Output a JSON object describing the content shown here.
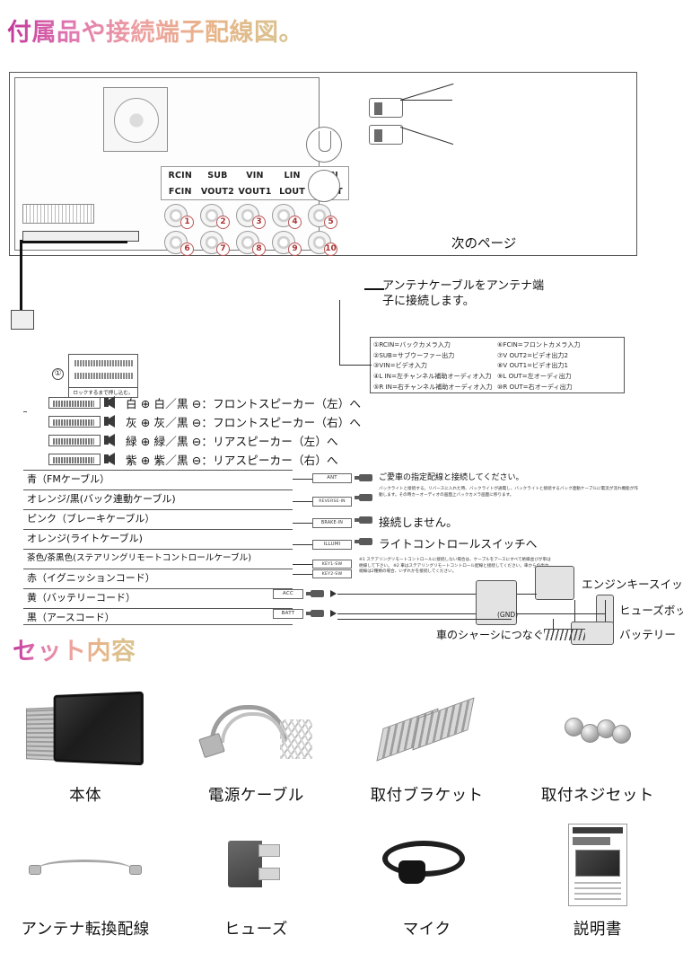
{
  "headings": {
    "wiring": "付属品や接続端子配線図。",
    "contents": "セット内容"
  },
  "diagram": {
    "rca_plate": {
      "row_top": [
        "RCIN",
        "SUB",
        "VIN",
        "LIN",
        "RIN"
      ],
      "row_bottom": [
        "FCIN",
        "VOUT2",
        "VOUT1",
        "LOUT",
        "RCUT"
      ]
    },
    "jack_numbers_top": [
      "1",
      "2",
      "3",
      "4",
      "5"
    ],
    "jack_numbers_bottom": [
      "6",
      "7",
      "8",
      "9",
      "10"
    ],
    "next_page": "次のページ",
    "antenna_note": "アンテナケーブルをアンテナ端子に接続します。",
    "callout_number": "①",
    "lock_instruction": "ロックするまで押し込む。",
    "legend_left": [
      "①RCIN=バックカメラ入力",
      "②SUB=サブウーファー出力",
      "③VIN=ビデオ入力",
      "④L IN=左チャンネル補助オーディオ入力",
      "⑤R IN=右チャンネル補助オーディオ入力"
    ],
    "legend_right": [
      "⑥FCIN=フロントカメラ入力",
      "⑦V OUT2=ビデオ出力2",
      "⑧V OUT1=ビデオ出力1",
      "⑨L OUT=左オーディ出力",
      "⑩R OUT=右オーディ出力"
    ],
    "speakers": [
      "白 ⊕ 白／黒 ⊖：フロントスピーカー（左）へ",
      "灰 ⊕ 灰／黒 ⊖：フロントスピーカー（右）へ",
      "緑 ⊕ 緑／黒 ⊖：リアスピーカー（左）へ",
      "紫 ⊕ 紫／黒 ⊖：リアスピーカー（右）へ"
    ],
    "cables": [
      "青（FMケーブル）",
      "オレンジ/黒(バック連動ケーブル)",
      "ピンク（ブレーキケーブル）",
      "オレンジ(ライトケーブル)",
      "茶色/茶黒色(ステアリングリモートコントロールケーブル)",
      "赤（イグニッションコード）",
      "黄（バッテリーコード）",
      "黒（アースコード）"
    ],
    "tags": {
      "ant": "ANT",
      "reverse_in": "REVERSE-IN",
      "brake_in": "BRAKE-IN",
      "illumi": "ILLUMI",
      "key1": "KEY1-SW",
      "key2": "KEY2-SW",
      "acc": "ACC",
      "batt": "BATT"
    },
    "notes": {
      "ant_note": "ご愛車の指定配線と接続してください。",
      "reverse_note": "バックライトと接続する。リバースに入れた時、バックライトが通電し、バックライトと接続するバック連動ケーブルに電流が流れ機能が作動します。その時カーオーディオの画面上バックカメラ画面に移ります。",
      "brake_note": "接続しません。",
      "illumi_note": "ライトコントロールスイッチへ",
      "steering_note": "※1 ステアリングリモートコントロールに接続しない場合は、ケーブルをアースにすべて絶縁並びが単は絶縁して下さい。 ※2 車はステアリングリモートコントロール配線と接続してください。車からの出力端線は2種類の場合、いずれかを接続してください。"
    },
    "components": {
      "engine_key_switch": "エンジンキースイッチ",
      "fuse_box": "ヒューズボックス",
      "battery": "バッテリー",
      "chassis": "車のシャーシにつなぐ",
      "gnd": "(GND)"
    }
  },
  "contents": {
    "rows": [
      [
        {
          "label": "本体",
          "art": "headunit"
        },
        {
          "label": "電源ケーブル",
          "art": "cable"
        },
        {
          "label": "取付ブラケット",
          "art": "bracket"
        },
        {
          "label": "取付ネジセット",
          "art": "screws"
        }
      ],
      [
        {
          "label": "アンテナ転換配線",
          "art": "antwire"
        },
        {
          "label": "ヒューズ",
          "art": "fuse"
        },
        {
          "label": "マイク",
          "art": "mic"
        },
        {
          "label": "説明書",
          "art": "manual"
        }
      ]
    ]
  },
  "colors": {
    "title_start": "#c2369b",
    "title_end": "#d9c38f",
    "line": "#333333"
  }
}
